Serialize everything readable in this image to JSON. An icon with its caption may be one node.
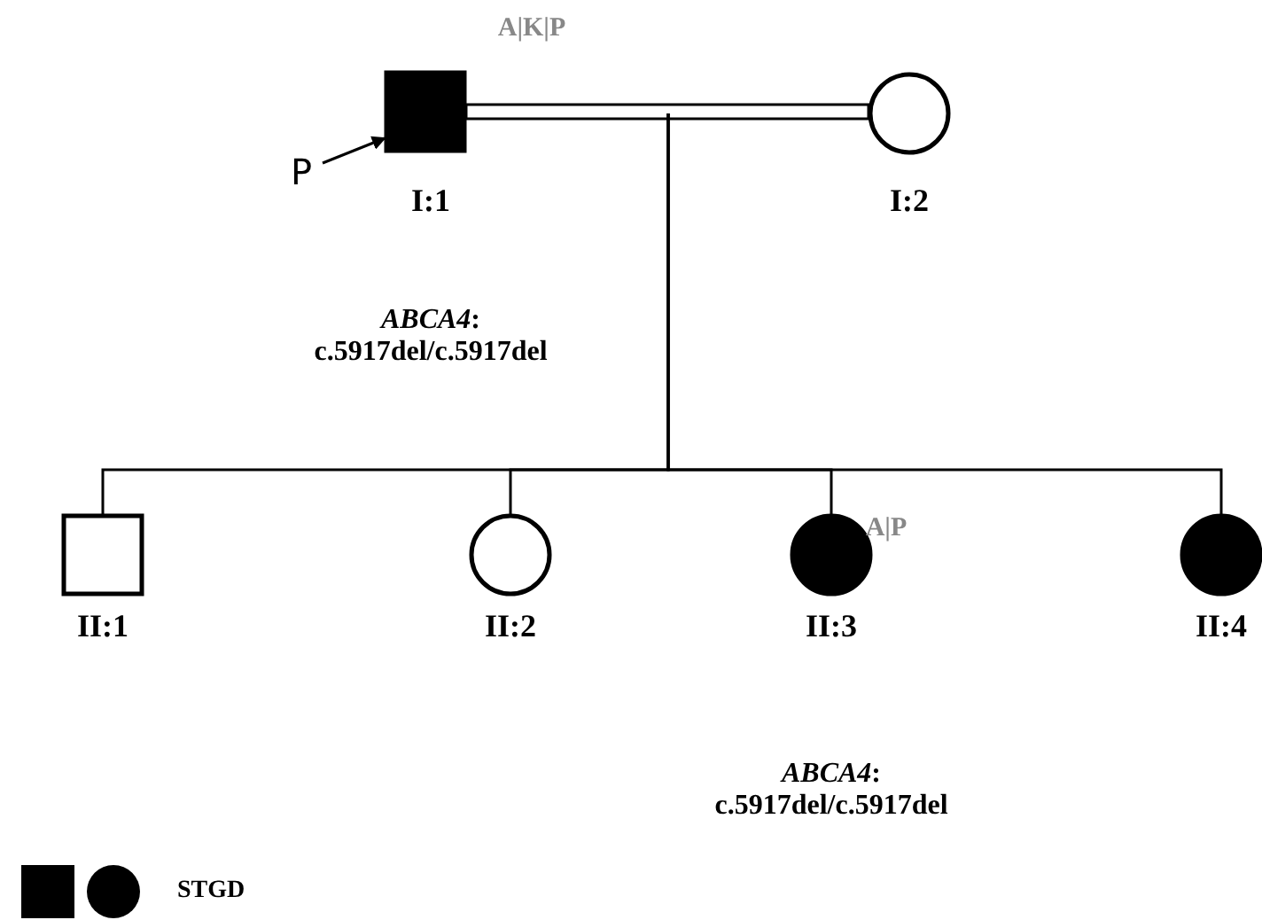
{
  "diagram": {
    "nodes": [
      {
        "text": [],
        "shape": "square",
        "beside": [
          "A|K|P",
          "I:1"
        ]
      },
      {
        "text": [],
        "shape": "circle",
        "beside": [
          "I:2"
        ]
      },
      {
        "text": [],
        "shape": "square",
        "beside": [
          "II:1"
        ]
      },
      {
        "text": [],
        "shape": "circle",
        "beside": [
          "II:2"
        ]
      },
      {
        "text": [],
        "shape": "circle",
        "beside": [
          "A|P",
          "II:3"
        ]
      },
      {
        "text": [],
        "shape": "circle",
        "beside": [
          "II:4"
        ]
      },
      {
        "text": [
          "P"
        ]
      }
    ],
    "edges": [
      {
        "from": 0,
        "to": 1,
        "arrow": "none"
      },
      {
        "from": null,
        "to": 2,
        "arrow": "none"
      },
      {
        "from": null,
        "to": 3,
        "arrow": "none"
      },
      {
        "from": null,
        "to": 4,
        "arrow": "none"
      },
      {
        "from": null,
        "to": 5,
        "arrow": "none"
      },
      {
        "from": 6,
        "to": 0,
        "arrow": "to"
      }
    ],
    "labels": [
      "*ABCA4*: c.5917del/c.5917del",
      "*ABCA4*: c.5917del/c.5917del"
    ],
    "legend": [
      {
        "text": "STGD"
      }
    ]
  }
}
